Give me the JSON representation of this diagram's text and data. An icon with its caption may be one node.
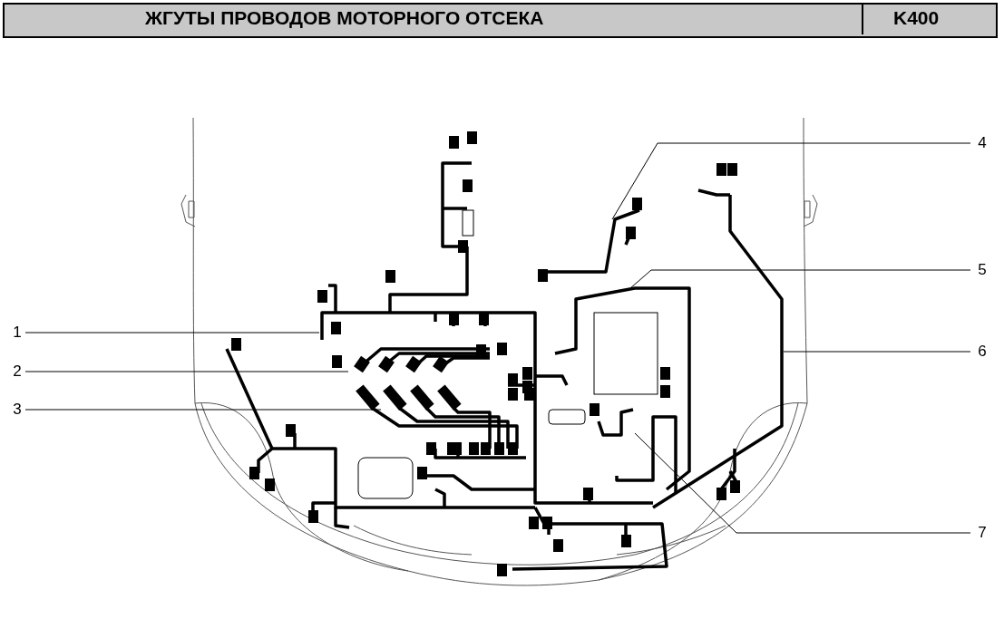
{
  "diagram": {
    "title": "ЖГУТЫ ПРОВОДОВ МОТОРНОГО ОТСЕКА",
    "nodes": [
      {
        "text": [
          "1"
        ]
      },
      {
        "text": [
          "2"
        ]
      },
      {
        "text": [
          "3"
        ]
      },
      {
        "text": [
          "4"
        ]
      },
      {
        "text": [
          "5"
        ]
      },
      {
        "text": [
          "6"
        ]
      },
      {
        "text": [
          "7"
        ]
      }
    ],
    "edges": [
      {
        "from": 0,
        "to": null,
        "arrow": "none"
      },
      {
        "from": 1,
        "to": null,
        "arrow": "none"
      },
      {
        "from": 2,
        "to": null,
        "arrow": "none"
      },
      {
        "from": 3,
        "to": null,
        "arrow": "none"
      },
      {
        "from": 4,
        "to": null,
        "arrow": "none"
      },
      {
        "from": 5,
        "to": null,
        "arrow": "none"
      },
      {
        "from": 6,
        "to": null,
        "arrow": "none"
      }
    ],
    "labels": [
      "K400"
    ]
  }
}
